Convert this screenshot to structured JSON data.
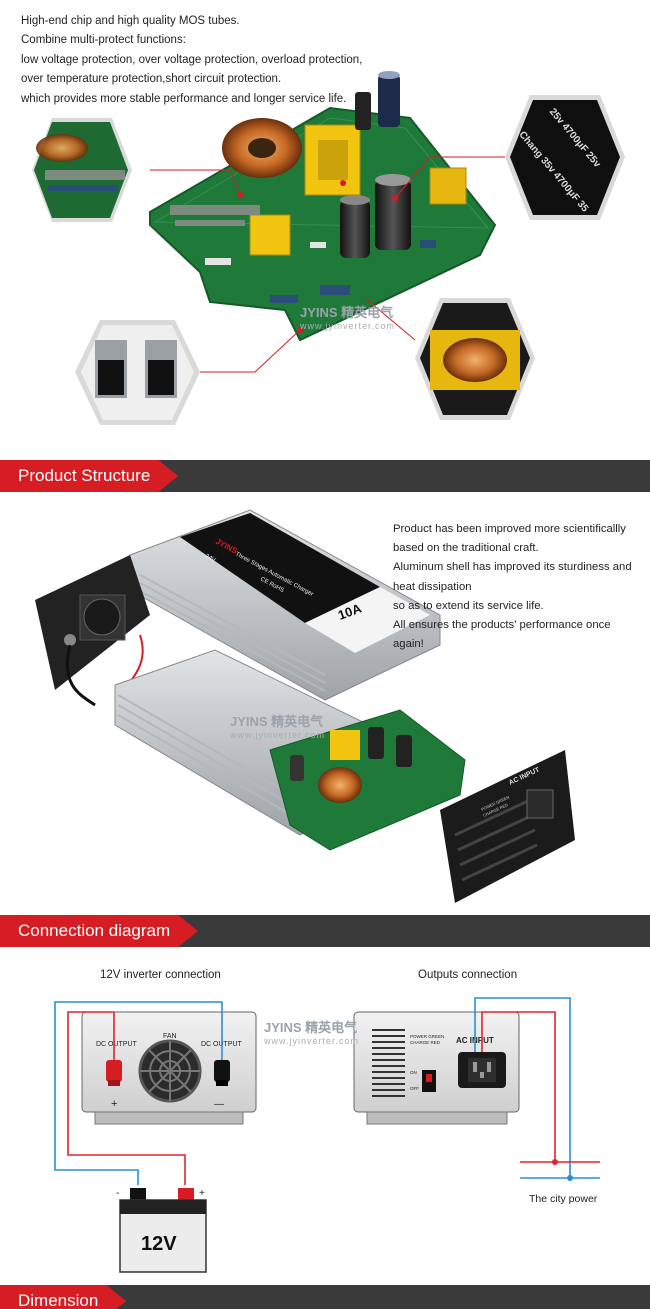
{
  "intro": {
    "lines": [
      "High-end chip and high quality MOS tubes.",
      "Combine multi-protect functions:",
      "low voltage protection, over voltage protection, overload protection,",
      "over temperature protection,short circuit protection.",
      "which provides more stable performance and longer service life."
    ]
  },
  "capacitor_text": {
    "line1": "25v 4700μF 25v",
    "line2": "Chang  35v 4700μF 35"
  },
  "sections": {
    "structure": "Product Structure",
    "connection": "Connection diagram",
    "dimension": "Dimension"
  },
  "structure_text": {
    "lines": [
      "Product has been improved more scientificallly",
      "based on the traditional craft.",
      "Aluminum shell has improved its sturdiness and",
      "heat dissipation",
      "so as to extend its service life.",
      "All ensures the products' performance once",
      "again!"
    ]
  },
  "charger_label": {
    "brand": "JYINS",
    "title": "Three Stages Automatic Charger",
    "voltage": "24V",
    "current": "10A",
    "cert": "CE RoHS",
    "ac_input": "AC INPUT",
    "power_label": "POWER GREEN",
    "charge_label": "CHARGE RED"
  },
  "watermark": {
    "brand": "JYINS 精英电气",
    "url": "www.jyinverter.com"
  },
  "diagram": {
    "left_title": "12V inverter connection",
    "right_title": "Outputs connection",
    "dc_output_left": "DC OUTPUT",
    "dc_output_right": "DC OUTPUT",
    "fan": "FAN",
    "plus": "+",
    "minus": "—",
    "battery_label": "12V",
    "battery_minus": "-",
    "battery_plus": "+",
    "ac_input": "AC INPUT",
    "power_green": "POWER GREEN",
    "charge_red": "CHARGE RED",
    "on": "ON",
    "off": "OFF",
    "city_power": "The city power"
  },
  "colors": {
    "accent_red": "#d51d23",
    "bar_dark": "#3a3a3a",
    "pcb_green": "#1f7a3a",
    "wire_blue": "#2a8fd0",
    "wire_red": "#e0262a"
  }
}
